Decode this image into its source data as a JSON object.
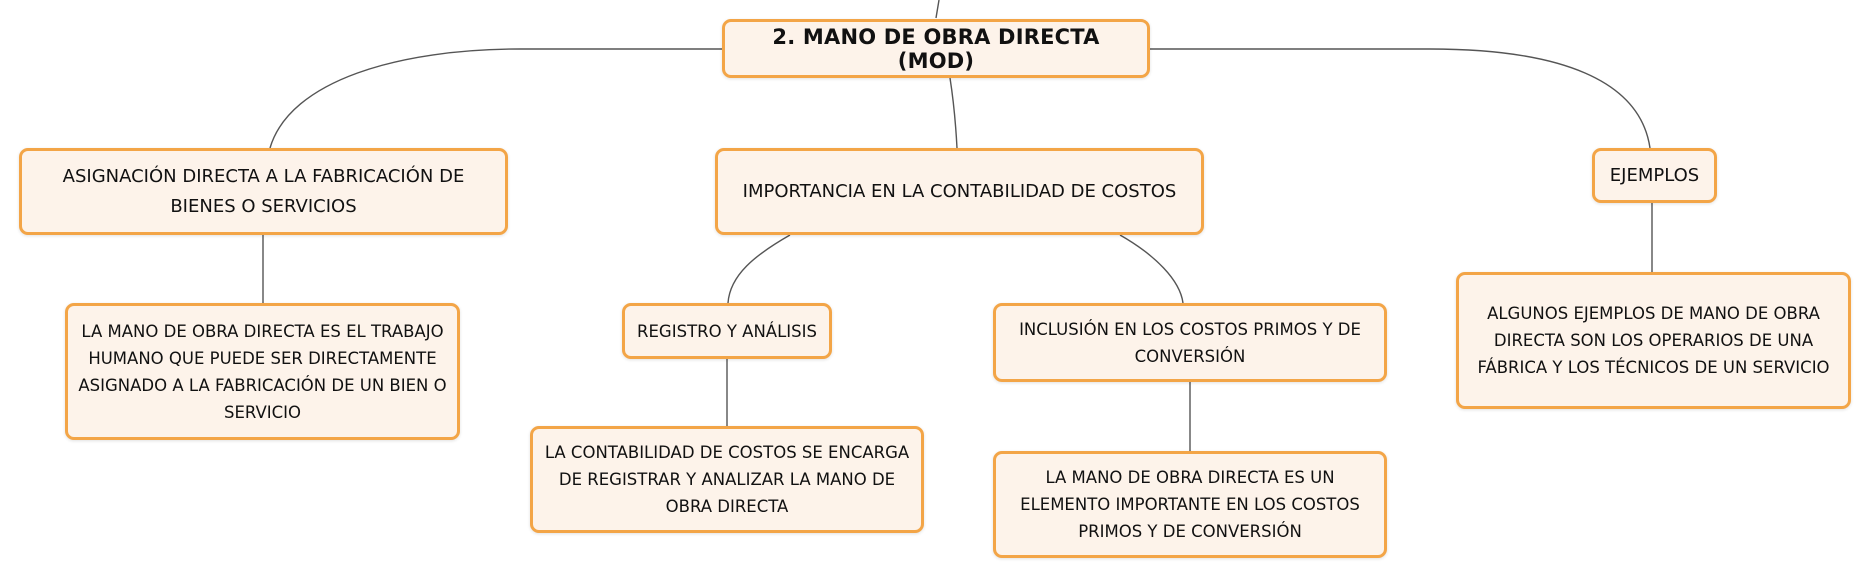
{
  "diagram": {
    "root": {
      "label": "2. MANO DE OBRA DIRECTA (MOD)"
    },
    "asignacion": {
      "label": "ASIGNACIÓN DIRECTA A LA FABRICACIÓN DE BIENES O SERVICIOS",
      "detail": "LA MANO DE OBRA DIRECTA ES EL TRABAJO HUMANO QUE PUEDE SER DIRECTAMENTE ASIGNADO A LA FABRICACIÓN DE UN BIEN O SERVICIO"
    },
    "importancia": {
      "label": "IMPORTANCIA EN LA CONTABILIDAD DE COSTOS",
      "registro": {
        "label": "REGISTRO Y ANÁLISIS",
        "detail": "LA CONTABILIDAD DE COSTOS SE ENCARGA DE REGISTRAR Y ANALIZAR LA MANO DE OBRA DIRECTA"
      },
      "inclusion": {
        "label": "INCLUSIÓN EN LOS COSTOS PRIMOS Y DE CONVERSIÓN",
        "detail": "LA MANO DE OBRA DIRECTA ES UN ELEMENTO IMPORTANTE EN LOS COSTOS PRIMOS Y DE CONVERSIÓN"
      }
    },
    "ejemplos": {
      "label": "EJEMPLOS",
      "detail": "ALGUNOS EJEMPLOS DE MANO DE OBRA DIRECTA SON LOS OPERARIOS DE UNA FÁBRICA Y LOS TÉCNICOS DE UN SERVICIO"
    }
  },
  "colors": {
    "node_fill": "#fdf3ea",
    "node_border": "#f3a547",
    "connector": "#555555",
    "text": "#111111"
  }
}
